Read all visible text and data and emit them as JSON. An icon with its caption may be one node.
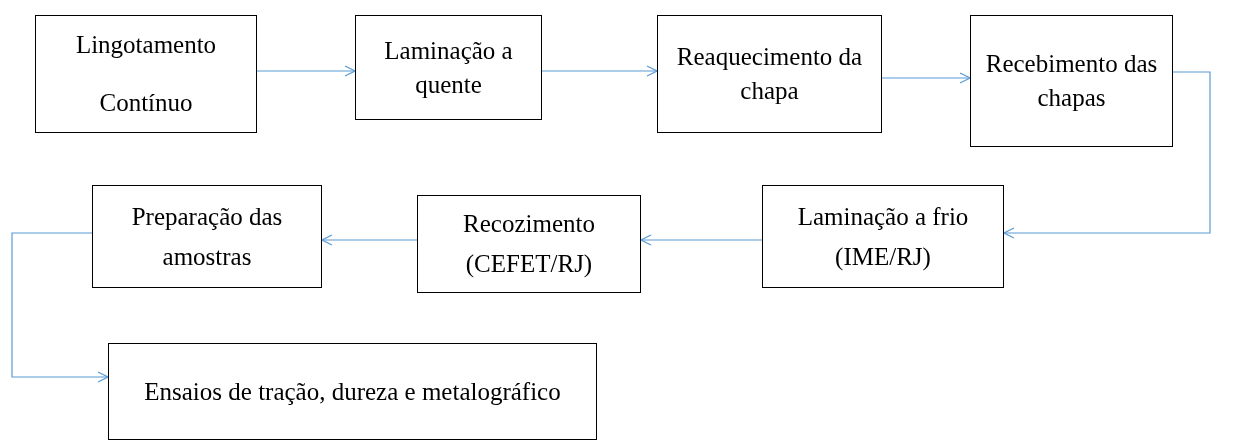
{
  "diagram": {
    "nodes": [
      {
        "text": [
          "Lingotamento Contínuo"
        ]
      },
      {
        "text": [
          "Laminação a quente"
        ]
      },
      {
        "text": [
          "Reaquecimento da chapa"
        ]
      },
      {
        "text": [
          "Recebimento das chapas"
        ]
      },
      {
        "text": [
          "Laminação a frio (IME/RJ)"
        ]
      },
      {
        "text": [
          "Recozimento (CEFET/RJ)"
        ]
      },
      {
        "text": [
          "Preparação das amostras"
        ]
      },
      {
        "text": [
          "Ensaios de tração, dureza e metalográfico"
        ]
      }
    ],
    "edges": [
      {
        "from": 0,
        "to": 1,
        "arrow": "to"
      },
      {
        "from": 1,
        "to": 2,
        "arrow": "to"
      },
      {
        "from": 2,
        "to": 3,
        "arrow": "to"
      },
      {
        "from": 3,
        "to": 4,
        "arrow": "to"
      },
      {
        "from": 4,
        "to": 5,
        "arrow": "to"
      },
      {
        "from": 5,
        "to": 6,
        "arrow": "to"
      },
      {
        "from": 6,
        "to": 7,
        "arrow": "to"
      }
    ]
  }
}
